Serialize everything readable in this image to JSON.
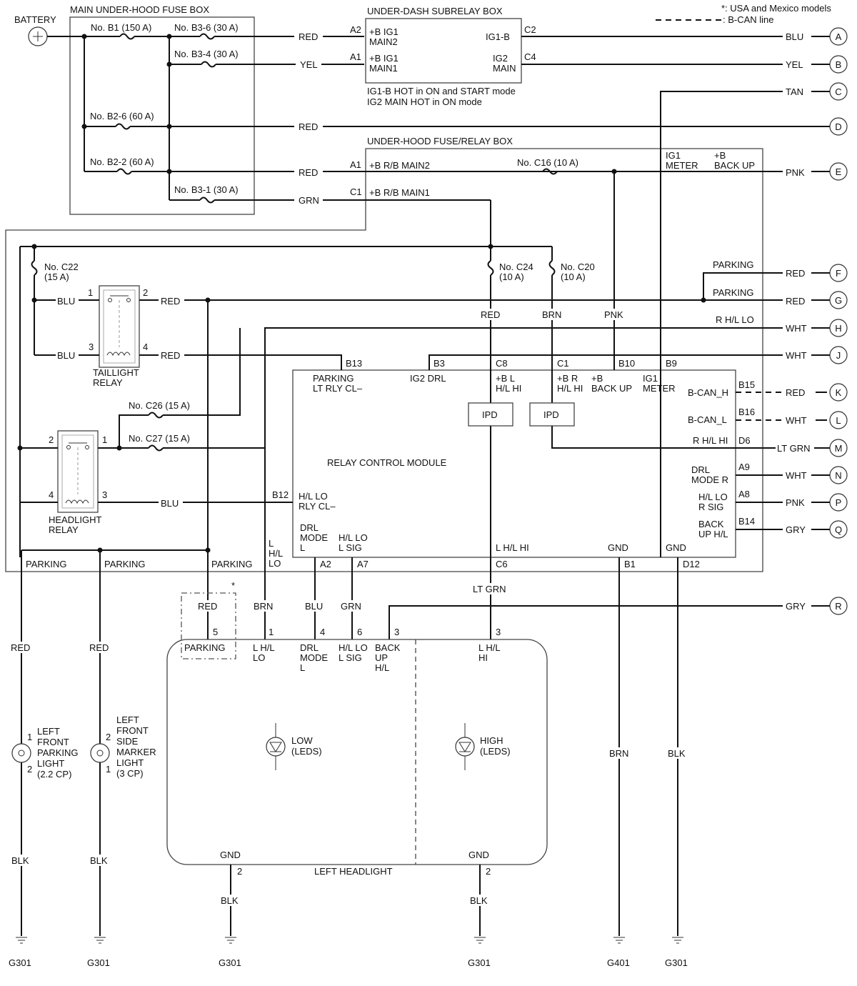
{
  "legend": {
    "star_note": "*: USA and Mexico models",
    "bcan_note": ": B-CAN line"
  },
  "battery": {
    "label": "BATTERY"
  },
  "main_fuse_box": {
    "label": "MAIN UNDER-HOOD FUSE BOX",
    "fuses": [
      "No. B1 (150 A)",
      "No. B3-6 (30 A)",
      "No. B3-4 (30 A)",
      "No. B2-6 (60 A)",
      "No. B2-2 (60 A)",
      "No. B3-1 (30 A)"
    ]
  },
  "subrelay_box": {
    "label": "UNDER-DASH SUBRELAY BOX",
    "pin_a2": "A2",
    "pin_a1": "A1",
    "pin_c2": "C2",
    "pin_c4": "C4",
    "l1a": "+B IG1",
    "l1b": "MAIN2",
    "l2a": "+B IG1",
    "l2b": "MAIN1",
    "r1": "IG1-B",
    "r2a": "IG2",
    "r2b": "MAIN",
    "note1": "IG1-B HOT in ON and START mode",
    "note2": "IG2 MAIN HOT in ON mode"
  },
  "fuse_relay_box": {
    "label": "UNDER-HOOD FUSE/RELAY BOX",
    "pin_a1": "A1",
    "pin_c1": "C1",
    "main2": "+B R/B MAIN2",
    "main1": "+B R/B MAIN1",
    "c16": "No. C16 (10 A)",
    "ig1a": "IG1",
    "ig1b": "METER",
    "bba": "+B",
    "bbb": "BACK UP",
    "c22a": "No. C22",
    "c22b": "(15 A)",
    "c24a": "No. C24",
    "c24b": "(10 A)",
    "c20a": "No. C20",
    "c20b": "(10 A)",
    "c26": "No. C26 (15 A)",
    "c27": "No. C27 (15 A)",
    "parking1": "PARKING",
    "parking2": "PARKING"
  },
  "taillight_relay": {
    "l1": "TAILLIGHT",
    "l2": "RELAY",
    "p1": "1",
    "p2": "2",
    "p3": "3",
    "p4": "4"
  },
  "headlight_relay": {
    "l1": "HEADLIGHT",
    "l2": "RELAY",
    "p1": "1",
    "p2": "2",
    "p3": "3",
    "p4": "4"
  },
  "rcm": {
    "label": "RELAY CONTROL MODULE",
    "b13": "B13",
    "b3": "B3",
    "c8": "C8",
    "c1": "C1",
    "b10": "B10",
    "b9": "B9",
    "park_a": "PARKING",
    "park_b": "LT RLY CL–",
    "ig2drl": "IG2 DRL",
    "bl_a": "+B L",
    "bl_b": "H/L HI",
    "br_a": "+B R",
    "br_b": "H/L HI",
    "bb_a": "+B",
    "bb_b": "BACK UP",
    "ig1_a": "IG1",
    "ig1_b": "METER",
    "ipd": "IPD",
    "b15": "B15",
    "b16": "B16",
    "d6": "D6",
    "a9": "A9",
    "a8": "A8",
    "b14": "B14",
    "b12": "B12",
    "bcanh": "B-CAN_H",
    "bcanl": "B-CAN_L",
    "rhlhi": "R H/L HI",
    "drlr_a": "DRL",
    "drlr_b": "MODE R",
    "hlr_a": "H/L LO",
    "hlr_b": "R SIG",
    "bu_a": "BACK",
    "bu_b": "UP H/L",
    "hlrly_a": "H/L LO",
    "hlrly_b": "RLY CL–",
    "lhl_a": "L",
    "lhl_b": "H/L",
    "lhl_c": "LO",
    "drll_a": "DRL",
    "drll_b": "MODE",
    "drll_c": "L",
    "hlsig_a": "H/L LO",
    "hlsig_b": "L SIG",
    "lhlhi": "L H/L HI",
    "gnd": "GND",
    "a2": "A2",
    "a7": "A7",
    "c6": "C6",
    "b1": "B1",
    "d12": "D12"
  },
  "wires": {
    "red": "RED",
    "yel": "YEL",
    "blu": "BLU",
    "tan": "TAN",
    "grn": "GRN",
    "pnk": "PNK",
    "wht": "WHT",
    "brn": "BRN",
    "gry": "GRY",
    "ltgrn": "LT GRN",
    "blk": "BLK",
    "parking": "PARKING",
    "rhllo": "R H/L LO"
  },
  "connectors": [
    "A",
    "B",
    "C",
    "D",
    "E",
    "F",
    "G",
    "H",
    "J",
    "K",
    "L",
    "M",
    "N",
    "P",
    "Q",
    "R"
  ],
  "headlight": {
    "label": "LEFT HEADLIGHT",
    "star": "*",
    "p5": "5",
    "p1": "1",
    "p4": "4",
    "p6": "6",
    "p3": "3",
    "p3b": "3",
    "p2": "2",
    "p2b": "2",
    "parking": "PARKING",
    "lhl_a": "L H/L",
    "lhl_b": "LO",
    "drl_a": "DRL",
    "drl_b": "MODE",
    "drl_c": "L",
    "hl_a": "H/L LO",
    "hl_b": "L SIG",
    "bu_a": "BACK",
    "bu_b": "UP",
    "bu_c": "H/L",
    "hi_a": "L H/L",
    "hi_b": "HI",
    "low_a": "LOW",
    "low_b": "(LEDS)",
    "high_a": "HIGH",
    "high_b": "(LEDS)",
    "gnd": "GND"
  },
  "parking_light": {
    "l1": "LEFT",
    "l2": "FRONT",
    "l3": "PARKING",
    "l4": "LIGHT",
    "l5": "(2.2 CP)",
    "p1": "1",
    "p2": "2"
  },
  "marker_light": {
    "l1": "LEFT",
    "l2": "FRONT",
    "l3": "SIDE",
    "l4": "MARKER",
    "l5": "LIGHT",
    "l6": "(3 CP)",
    "p2": "2",
    "p1": "1"
  },
  "grounds": {
    "g301": "G301",
    "g401": "G401"
  }
}
